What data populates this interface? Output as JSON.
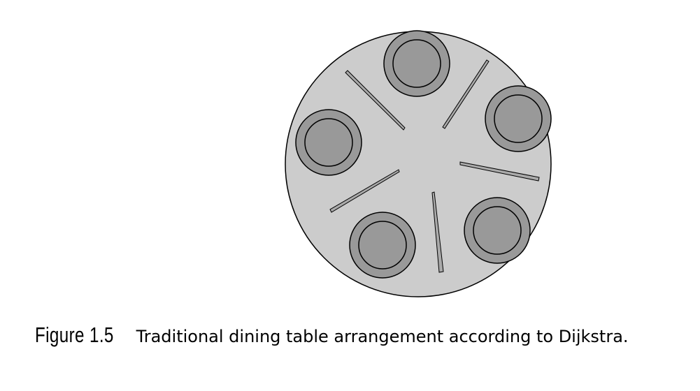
{
  "figure": {
    "label": "Figure 1.5",
    "caption": "Traditional dining table arrangement according to Dijkstra."
  },
  "colors": {
    "table": "#cccccc",
    "plate_rim": "#999999",
    "plate_center": "#999999",
    "chopstick": "#aaaaaa",
    "outline": "#000000"
  },
  "diagram": {
    "plates": 5,
    "chopsticks": 5
  }
}
